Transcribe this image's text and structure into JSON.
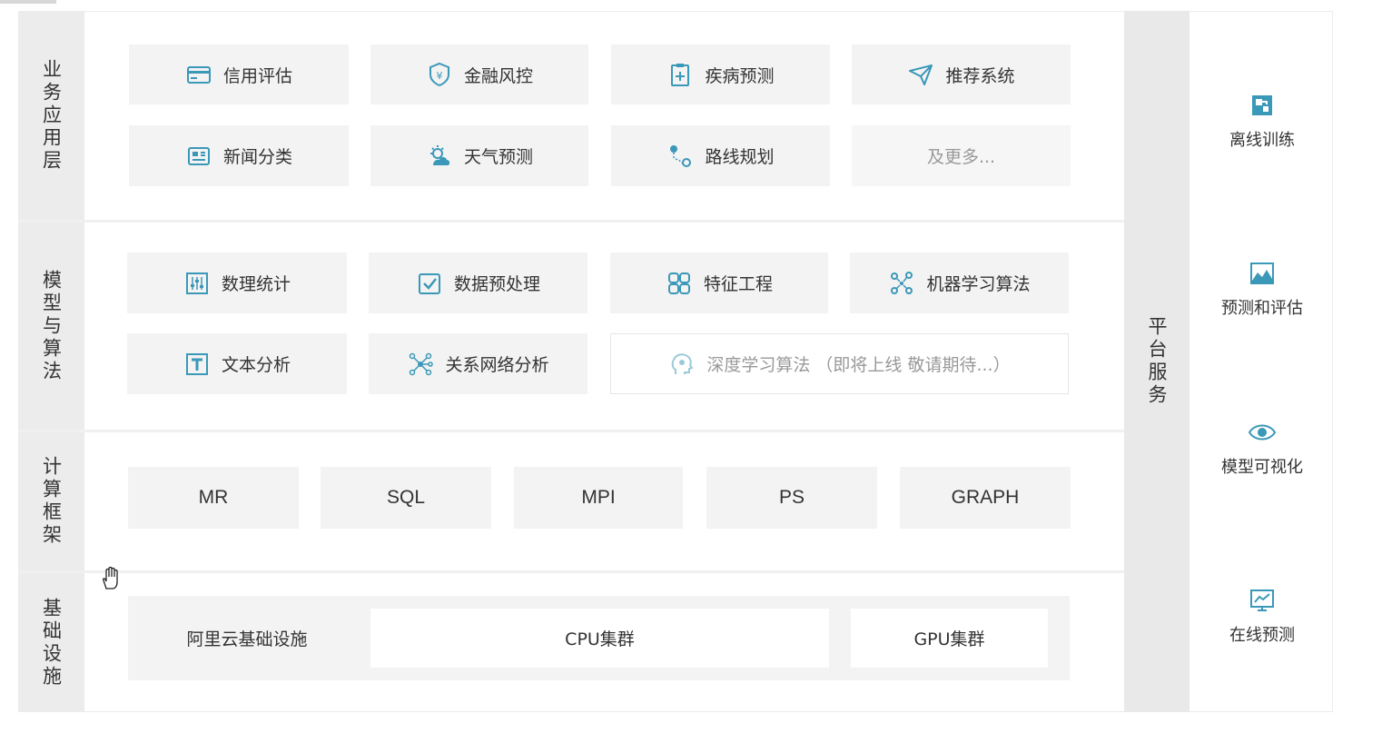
{
  "rows": {
    "business": {
      "label": "业务应用层"
    },
    "model": {
      "label": "模型与算法"
    },
    "compute": {
      "label": "计算框架"
    },
    "infra": {
      "label": "基础设施"
    }
  },
  "business_items": [
    {
      "label": "信用评估",
      "icon": "credit-card-icon"
    },
    {
      "label": "金融风控",
      "icon": "shield-yen-icon"
    },
    {
      "label": "疾病预测",
      "icon": "medical-clipboard-icon"
    },
    {
      "label": "推荐系统",
      "icon": "paper-plane-icon"
    },
    {
      "label": "新闻分类",
      "icon": "newspaper-icon"
    },
    {
      "label": "天气预测",
      "icon": "weather-sun-cloud-icon"
    },
    {
      "label": "路线规划",
      "icon": "route-pin-icon"
    },
    {
      "label": "及更多..."
    }
  ],
  "model_items": [
    {
      "label": "数理统计",
      "icon": "sliders-icon"
    },
    {
      "label": "数据预处理",
      "icon": "check-box-icon"
    },
    {
      "label": "特征工程",
      "icon": "puzzle-icon"
    },
    {
      "label": "机器学习算法",
      "icon": "network-nodes-icon"
    },
    {
      "label": "文本分析",
      "icon": "text-frame-icon"
    },
    {
      "label": "关系网络分析",
      "icon": "graph-network-icon"
    },
    {
      "label": "深度学习算法 （即将上线   敬请期待...）",
      "icon": "brain-head-icon"
    }
  ],
  "compute_items": [
    "MR",
    "SQL",
    "MPI",
    "PS",
    "GRAPH"
  ],
  "infra": {
    "main": "阿里云基础设施",
    "cpu": "CPU集群",
    "gpu": "GPU集群"
  },
  "platform": {
    "label": "平台服务",
    "services": [
      {
        "label": "离线训练",
        "icon": "offline-train-icon"
      },
      {
        "label": "预测和评估",
        "icon": "image-chart-icon"
      },
      {
        "label": "模型可视化",
        "icon": "eye-icon"
      },
      {
        "label": "在线预测",
        "icon": "monitor-chart-icon"
      }
    ]
  },
  "colors": {
    "accent": "#3a98b8",
    "box_bg": "#f3f3f3",
    "sidebar_bg": "#ececec"
  }
}
